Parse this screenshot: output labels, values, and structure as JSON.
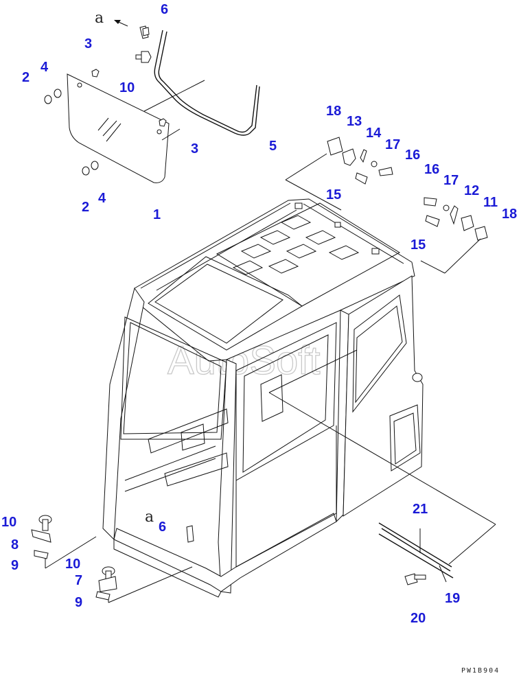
{
  "diagram": {
    "watermark": "AutoSoft",
    "drawing_code": "PW1B904",
    "view_reference": "a",
    "callouts": [
      "6",
      "3",
      "10",
      "4",
      "2",
      "3",
      "2",
      "4",
      "1",
      "5",
      "18",
      "13",
      "14",
      "17",
      "16",
      "15",
      "16",
      "17",
      "12",
      "11",
      "18",
      "15",
      "6",
      "10",
      "8",
      "9",
      "10",
      "7",
      "9",
      "21",
      "19",
      "20"
    ]
  },
  "colors": {
    "callout": "#1a1ad6",
    "line": "#111111",
    "watermark": "#c9c9c9"
  }
}
